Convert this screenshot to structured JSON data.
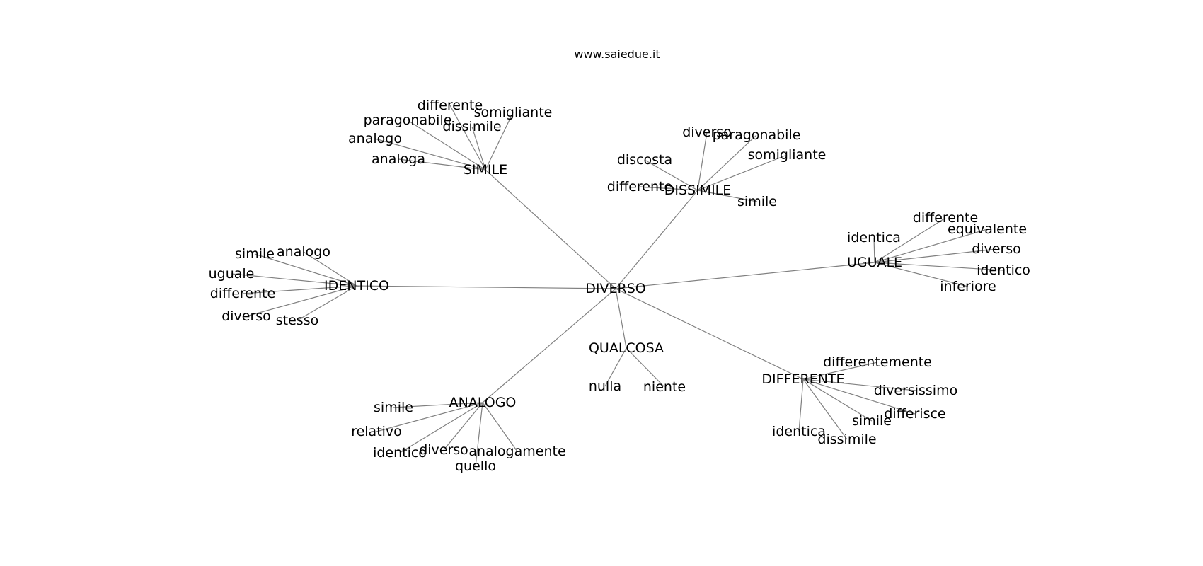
{
  "site": "www.saiedue.it",
  "root": "DIVERSO",
  "nodes": [
    {
      "id": "DIVERSO",
      "label": "DIVERSO"
    },
    {
      "id": "SIMILE",
      "label": "SIMILE"
    },
    {
      "id": "DISSIMILE",
      "label": "DISSIMILE"
    },
    {
      "id": "IDENTICO",
      "label": "IDENTICO"
    },
    {
      "id": "UGUALE",
      "label": "UGUALE"
    },
    {
      "id": "QUALCOSA",
      "label": "QUALCOSA"
    },
    {
      "id": "ANALOGO",
      "label": "ANALOGO"
    },
    {
      "id": "DIFFERENTE",
      "label": "DIFFERENTE"
    },
    {
      "id": "simile_differente",
      "label": "differente"
    },
    {
      "id": "simile_somigliante",
      "label": "somigliante"
    },
    {
      "id": "simile_paragonabile",
      "label": "paragonabile"
    },
    {
      "id": "simile_dissimile",
      "label": "dissimile"
    },
    {
      "id": "simile_analogo",
      "label": "analogo"
    },
    {
      "id": "simile_analoga",
      "label": "analoga"
    },
    {
      "id": "dissimile_diverso",
      "label": "diverso"
    },
    {
      "id": "dissimile_paragonabile",
      "label": "paragonabile"
    },
    {
      "id": "dissimile_somigliante",
      "label": "somigliante"
    },
    {
      "id": "dissimile_discosta",
      "label": "discosta"
    },
    {
      "id": "dissimile_differente",
      "label": "differente"
    },
    {
      "id": "dissimile_simile",
      "label": "simile"
    },
    {
      "id": "identico_simile",
      "label": "simile"
    },
    {
      "id": "identico_analogo",
      "label": "analogo"
    },
    {
      "id": "identico_uguale",
      "label": "uguale"
    },
    {
      "id": "identico_differente",
      "label": "differente"
    },
    {
      "id": "identico_diverso",
      "label": "diverso"
    },
    {
      "id": "identico_stesso",
      "label": "stesso"
    },
    {
      "id": "uguale_differente",
      "label": "differente"
    },
    {
      "id": "uguale_identica",
      "label": "identica"
    },
    {
      "id": "uguale_equivalente",
      "label": "equivalente"
    },
    {
      "id": "uguale_diverso",
      "label": "diverso"
    },
    {
      "id": "uguale_identico",
      "label": "identico"
    },
    {
      "id": "uguale_inferiore",
      "label": "inferiore"
    },
    {
      "id": "qualcosa_nulla",
      "label": "nulla"
    },
    {
      "id": "qualcosa_niente",
      "label": "niente"
    },
    {
      "id": "analogo_simile",
      "label": "simile"
    },
    {
      "id": "analogo_relativo",
      "label": "relativo"
    },
    {
      "id": "analogo_identico",
      "label": "identico"
    },
    {
      "id": "analogo_diverso",
      "label": "diverso"
    },
    {
      "id": "analogo_analogamente",
      "label": "analogamente"
    },
    {
      "id": "analogo_quello",
      "label": "quello"
    },
    {
      "id": "differente_differentemente",
      "label": "differentemente"
    },
    {
      "id": "differente_diversissimo",
      "label": "diversissimo"
    },
    {
      "id": "differente_differisce",
      "label": "differisce"
    },
    {
      "id": "differente_simile",
      "label": "simile"
    },
    {
      "id": "differente_identica",
      "label": "identica"
    },
    {
      "id": "differente_dissimile",
      "label": "dissimile"
    }
  ],
  "edges": [
    [
      "DIVERSO",
      "SIMILE"
    ],
    [
      "DIVERSO",
      "DISSIMILE"
    ],
    [
      "DIVERSO",
      "IDENTICO"
    ],
    [
      "DIVERSO",
      "UGUALE"
    ],
    [
      "DIVERSO",
      "QUALCOSA"
    ],
    [
      "DIVERSO",
      "ANALOGO"
    ],
    [
      "DIVERSO",
      "DIFFERENTE"
    ],
    [
      "SIMILE",
      "simile_differente"
    ],
    [
      "SIMILE",
      "simile_somigliante"
    ],
    [
      "SIMILE",
      "simile_paragonabile"
    ],
    [
      "SIMILE",
      "simile_dissimile"
    ],
    [
      "SIMILE",
      "simile_analogo"
    ],
    [
      "SIMILE",
      "simile_analoga"
    ],
    [
      "DISSIMILE",
      "dissimile_diverso"
    ],
    [
      "DISSIMILE",
      "dissimile_paragonabile"
    ],
    [
      "DISSIMILE",
      "dissimile_somigliante"
    ],
    [
      "DISSIMILE",
      "dissimile_discosta"
    ],
    [
      "DISSIMILE",
      "dissimile_differente"
    ],
    [
      "DISSIMILE",
      "dissimile_simile"
    ],
    [
      "IDENTICO",
      "identico_simile"
    ],
    [
      "IDENTICO",
      "identico_analogo"
    ],
    [
      "IDENTICO",
      "identico_uguale"
    ],
    [
      "IDENTICO",
      "identico_differente"
    ],
    [
      "IDENTICO",
      "identico_diverso"
    ],
    [
      "IDENTICO",
      "identico_stesso"
    ],
    [
      "UGUALE",
      "uguale_differente"
    ],
    [
      "UGUALE",
      "uguale_identica"
    ],
    [
      "UGUALE",
      "uguale_equivalente"
    ],
    [
      "UGUALE",
      "uguale_diverso"
    ],
    [
      "UGUALE",
      "uguale_identico"
    ],
    [
      "UGUALE",
      "uguale_inferiore"
    ],
    [
      "QUALCOSA",
      "qualcosa_nulla"
    ],
    [
      "QUALCOSA",
      "qualcosa_niente"
    ],
    [
      "ANALOGO",
      "analogo_simile"
    ],
    [
      "ANALOGO",
      "analogo_relativo"
    ],
    [
      "ANALOGO",
      "analogo_identico"
    ],
    [
      "ANALOGO",
      "analogo_diverso"
    ],
    [
      "ANALOGO",
      "analogo_analogamente"
    ],
    [
      "ANALOGO",
      "analogo_quello"
    ],
    [
      "DIFFERENTE",
      "differente_differentemente"
    ],
    [
      "DIFFERENTE",
      "differente_diversissimo"
    ],
    [
      "DIFFERENTE",
      "differente_differisce"
    ],
    [
      "DIFFERENTE",
      "differente_simile"
    ],
    [
      "DIFFERENTE",
      "differente_identica"
    ],
    [
      "DIFFERENTE",
      "differente_dissimile"
    ]
  ]
}
